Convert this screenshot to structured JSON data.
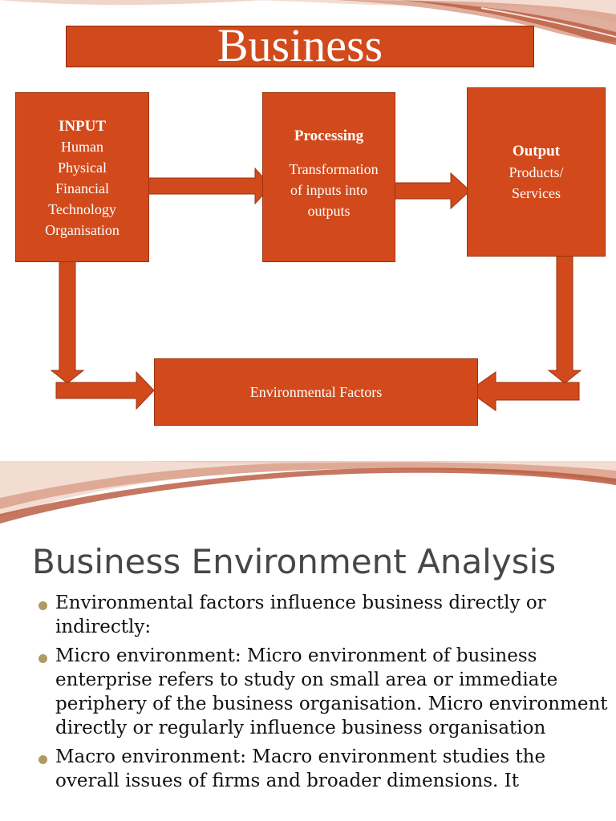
{
  "slide1": {
    "title": "Business",
    "input_box": {
      "heading": "INPUT",
      "lines": [
        "Human",
        "Physical",
        "Financial",
        "Technology",
        "Organisation"
      ]
    },
    "processing_box": {
      "heading": "Processing",
      "lines": [
        "Transformation",
        "of inputs into",
        "outputs"
      ]
    },
    "output_box": {
      "heading": "Output",
      "lines": [
        "Products/",
        "Services"
      ]
    },
    "environment_box": {
      "label": "Environmental Factors"
    }
  },
  "slide2": {
    "heading": "Business Environment Analysis",
    "bullets": [
      "Environmental factors influence business directly or indirectly:",
      "Micro environment: Micro environment of business enterprise refers to study on small area or immediate periphery of the business organisation. Micro environment directly or regularly influence business organisation",
      "Macro environment: Macro environment studies the overall issues of firms and broader dimensions. It"
    ]
  },
  "colors": {
    "box_fill": "#d24a1c",
    "box_border": "#9a330f",
    "bullet_dot": "#b09a62",
    "heading_text": "#474747"
  }
}
